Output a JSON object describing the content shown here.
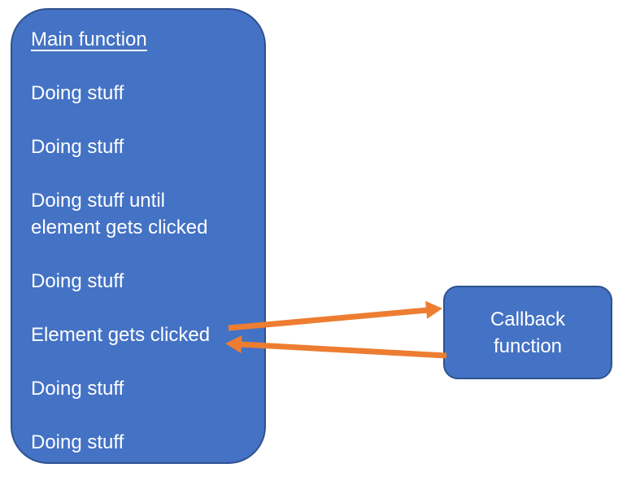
{
  "diagram": {
    "main_box": {
      "title": "Main function",
      "steps": [
        "Doing stuff",
        "Doing stuff",
        "Doing stuff until\nelement gets clicked",
        "Doing stuff",
        "Element gets clicked",
        "Doing stuff",
        "Doing stuff"
      ]
    },
    "callback_box": {
      "label": "Callback\nfunction"
    },
    "arrows": {
      "call": {
        "from": "Element gets clicked",
        "to": "Callback function",
        "direction": "right"
      },
      "return": {
        "from": "Callback function",
        "to": "Element gets clicked",
        "direction": "left"
      }
    },
    "colors": {
      "box_fill": "#4472C4",
      "box_border": "#2F528F",
      "arrow": "#ED7D31",
      "text": "#FFFFFF"
    }
  }
}
